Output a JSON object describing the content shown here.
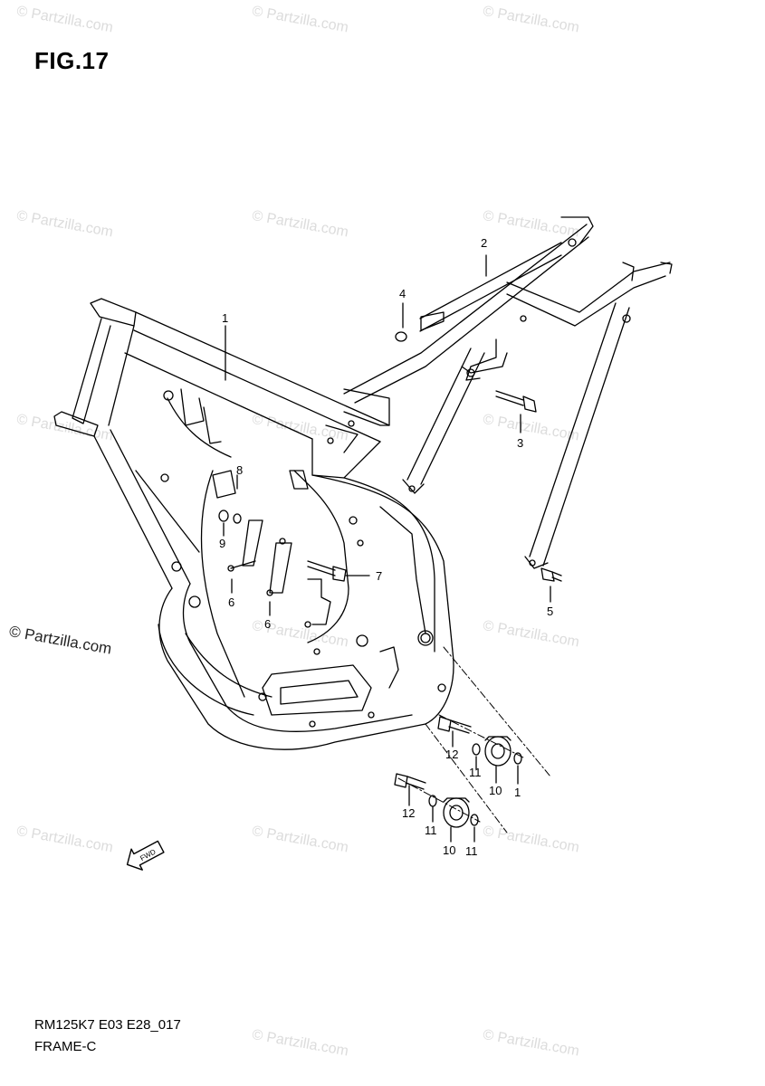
{
  "figure": {
    "title": "FIG.17",
    "code": "RM125K7 E03 E28_017",
    "name": "FRAME-C"
  },
  "watermark": {
    "text": "© Partzilla.com",
    "small_text": "© Partzilla.com"
  },
  "fwd_label": "FWD",
  "callouts": [
    {
      "id": "1a",
      "label": "1"
    },
    {
      "id": "2",
      "label": "2"
    },
    {
      "id": "3",
      "label": "3"
    },
    {
      "id": "4",
      "label": "4"
    },
    {
      "id": "5",
      "label": "5"
    },
    {
      "id": "6a",
      "label": "6"
    },
    {
      "id": "6b",
      "label": "6"
    },
    {
      "id": "7",
      "label": "7"
    },
    {
      "id": "8",
      "label": "8"
    },
    {
      "id": "9",
      "label": "9"
    },
    {
      "id": "10a",
      "label": "10"
    },
    {
      "id": "10b",
      "label": "10"
    },
    {
      "id": "11a",
      "label": "11"
    },
    {
      "id": "11b",
      "label": "11"
    },
    {
      "id": "11c",
      "label": "11"
    },
    {
      "id": "1b",
      "label": "1"
    },
    {
      "id": "12a",
      "label": "12"
    },
    {
      "id": "12b",
      "label": "12"
    }
  ]
}
